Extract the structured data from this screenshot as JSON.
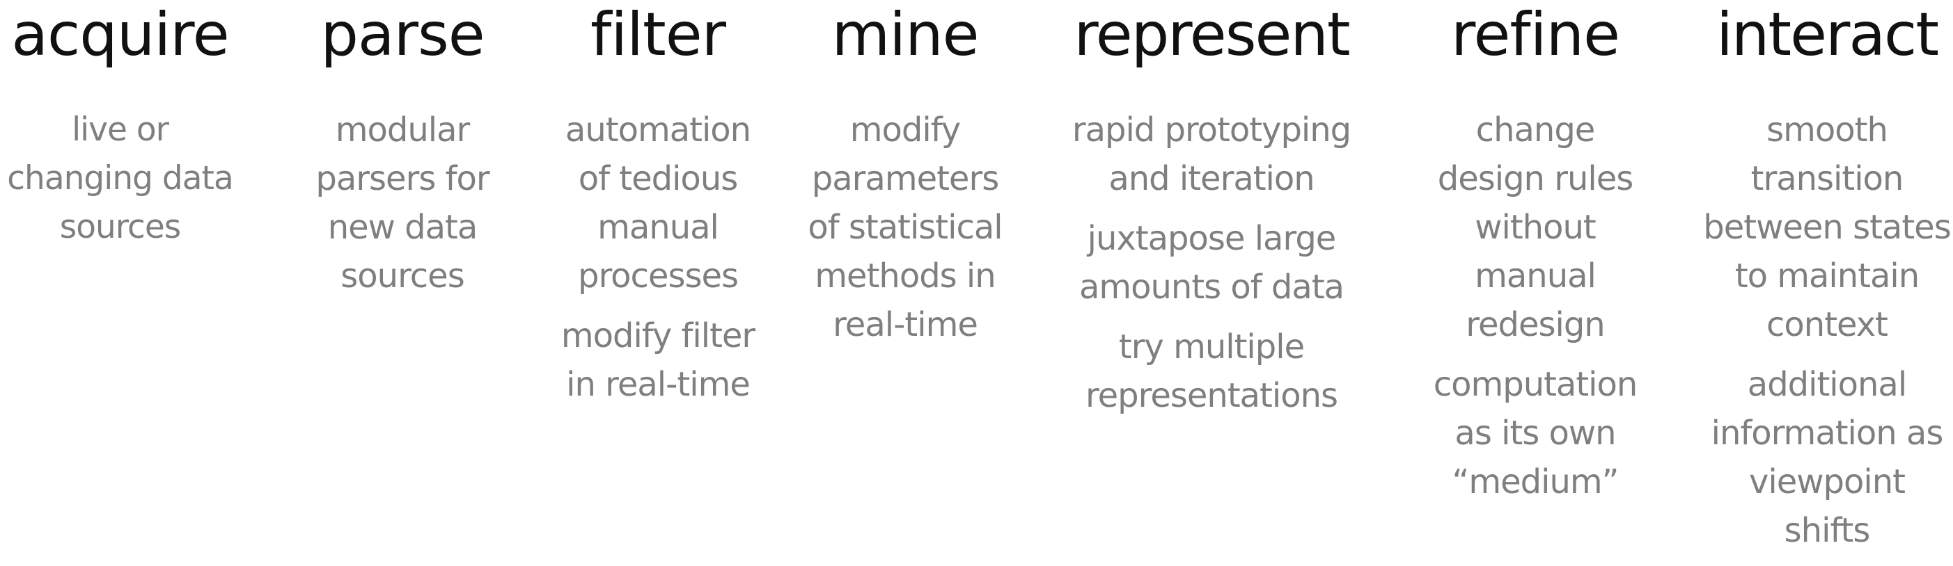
{
  "columns": [
    {
      "id": "acquire",
      "heading": "acquire",
      "notes": [
        "live or\nchanging data\nsources"
      ]
    },
    {
      "id": "parse",
      "heading": "parse",
      "notes": [
        "modular\nparsers for\nnew data\nsources"
      ]
    },
    {
      "id": "filter",
      "heading": "filter",
      "notes": [
        "automation\nof tedious\nmanual\nprocesses",
        "modify filter\nin real-time"
      ]
    },
    {
      "id": "mine",
      "heading": "mine",
      "notes": [
        "modify\nparameters\nof statistical\nmethods in\nreal-time"
      ]
    },
    {
      "id": "represent",
      "heading": "represent",
      "notes": [
        "rapid prototyping\nand iteration",
        "juxtapose large\namounts of data",
        "try multiple\nrepresentations"
      ]
    },
    {
      "id": "refine",
      "heading": "refine",
      "notes": [
        "change\ndesign rules\nwithout\nmanual\nredesign",
        "computation\nas its own\n“medium”"
      ]
    },
    {
      "id": "interact",
      "heading": "interact",
      "notes": [
        "smooth\ntransition\nbetween states\nto maintain\ncontext",
        "additional\ninformation as\nviewpoint\nshifts"
      ]
    }
  ],
  "colors": {
    "heading": "#111111",
    "note": "#7f7f7f",
    "background": "#ffffff"
  }
}
